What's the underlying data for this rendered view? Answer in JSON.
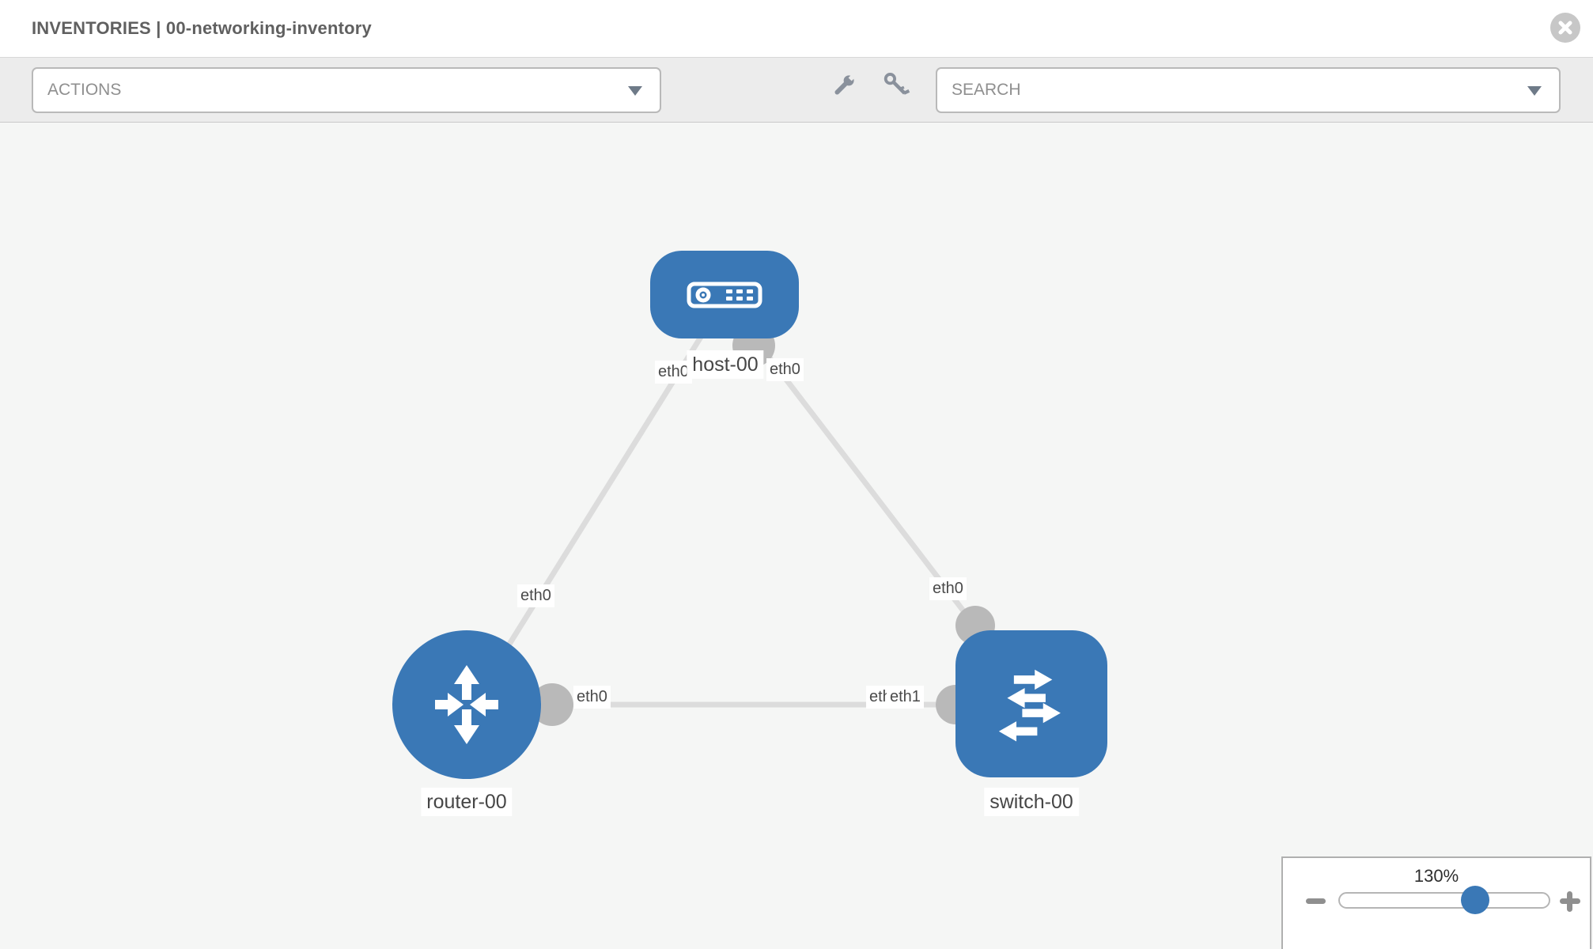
{
  "window": {
    "title": "INVENTORIES | 00-networking-inventory"
  },
  "toolbar": {
    "actions_dropdown": {
      "value": "ACTIONS"
    },
    "search_dropdown": {
      "placeholder": "SEARCH"
    },
    "tool_icons": [
      {
        "name": "wrench"
      },
      {
        "name": "key"
      }
    ]
  },
  "icons": {
    "close": "circle-x",
    "dropdown_caret": "triangle-down",
    "zoom_out": "minus",
    "zoom_in": "plus"
  },
  "topology": {
    "nodes": [
      {
        "id": "host-00",
        "type": "host",
        "label": "host-00"
      },
      {
        "id": "router-00",
        "type": "router",
        "label": "router-00"
      },
      {
        "id": "switch-00",
        "type": "switch",
        "label": "switch-00"
      }
    ],
    "links": [
      {
        "source": "router-00",
        "target": "host-00",
        "source_interface": "eth0",
        "target_interface": "eth0"
      },
      {
        "source": "switch-00",
        "target": "host-00",
        "source_interface": "eth0",
        "target_interface": "eth0"
      },
      {
        "source": "router-00",
        "target": "switch-00",
        "source_interface": "eth0",
        "target_interface": "eth1"
      }
    ],
    "interface_chips": {
      "host_left": "eth0",
      "host_right": "eth0",
      "router_host_edge": "eth0",
      "switch_host_edge": "eth0",
      "router_switch_left": "eth0",
      "router_switch_right_back": "eth0",
      "router_switch_right_front": "eth1"
    }
  },
  "zoom_control": {
    "level": "130%"
  },
  "colors": {
    "node_blue": "#3a78b6",
    "port_gray": "#b9b9b9",
    "edge_gray": "#dcdcdc",
    "canvas_bg": "#f5f6f5",
    "toolbar_bg": "#ececec"
  }
}
